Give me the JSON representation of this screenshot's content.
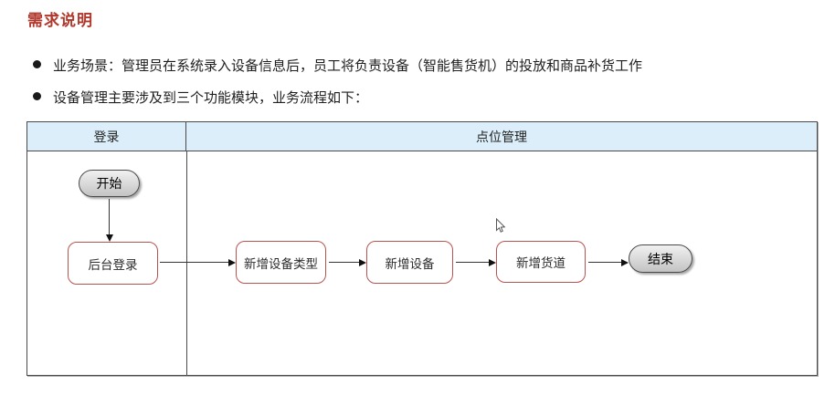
{
  "page": {
    "title": "需求说明",
    "bullets": [
      "业务场景：管理员在系统录入设备信息后，员工将负责设备（智能售货机）的投放和商品补货工作",
      "设备管理主要涉及到三个功能模块，业务流程如下："
    ]
  },
  "flowchart": {
    "lanes": [
      {
        "label": "登录"
      },
      {
        "label": "点位管理"
      }
    ],
    "nodes": [
      {
        "id": "start",
        "type": "terminator",
        "label": "开始"
      },
      {
        "id": "backend-login",
        "type": "process",
        "label": "后台登录"
      },
      {
        "id": "add-device-type",
        "type": "process",
        "label": "新增设备类型"
      },
      {
        "id": "add-device",
        "type": "process",
        "label": "新增设备"
      },
      {
        "id": "add-cargo-lane",
        "type": "process",
        "label": "新增货道"
      },
      {
        "id": "end",
        "type": "terminator",
        "label": "结束"
      }
    ],
    "edges": [
      {
        "from": "start",
        "to": "backend-login"
      },
      {
        "from": "backend-login",
        "to": "add-device-type"
      },
      {
        "from": "add-device-type",
        "to": "add-device"
      },
      {
        "from": "add-device",
        "to": "add-cargo-lane"
      },
      {
        "from": "add-cargo-lane",
        "to": "end"
      }
    ],
    "colors": {
      "title_red": "#b0382c",
      "lane_header_fill": "#dbeef9",
      "process_border_red": "#b85450",
      "terminator_fill_top": "#f1f1f1",
      "terminator_fill_bottom": "#c3c3c3",
      "frame_border": "#4a4a4a"
    }
  },
  "icons": {
    "bullet_icon": "filled-circle",
    "cursor_icon": "arrow-pointer"
  }
}
